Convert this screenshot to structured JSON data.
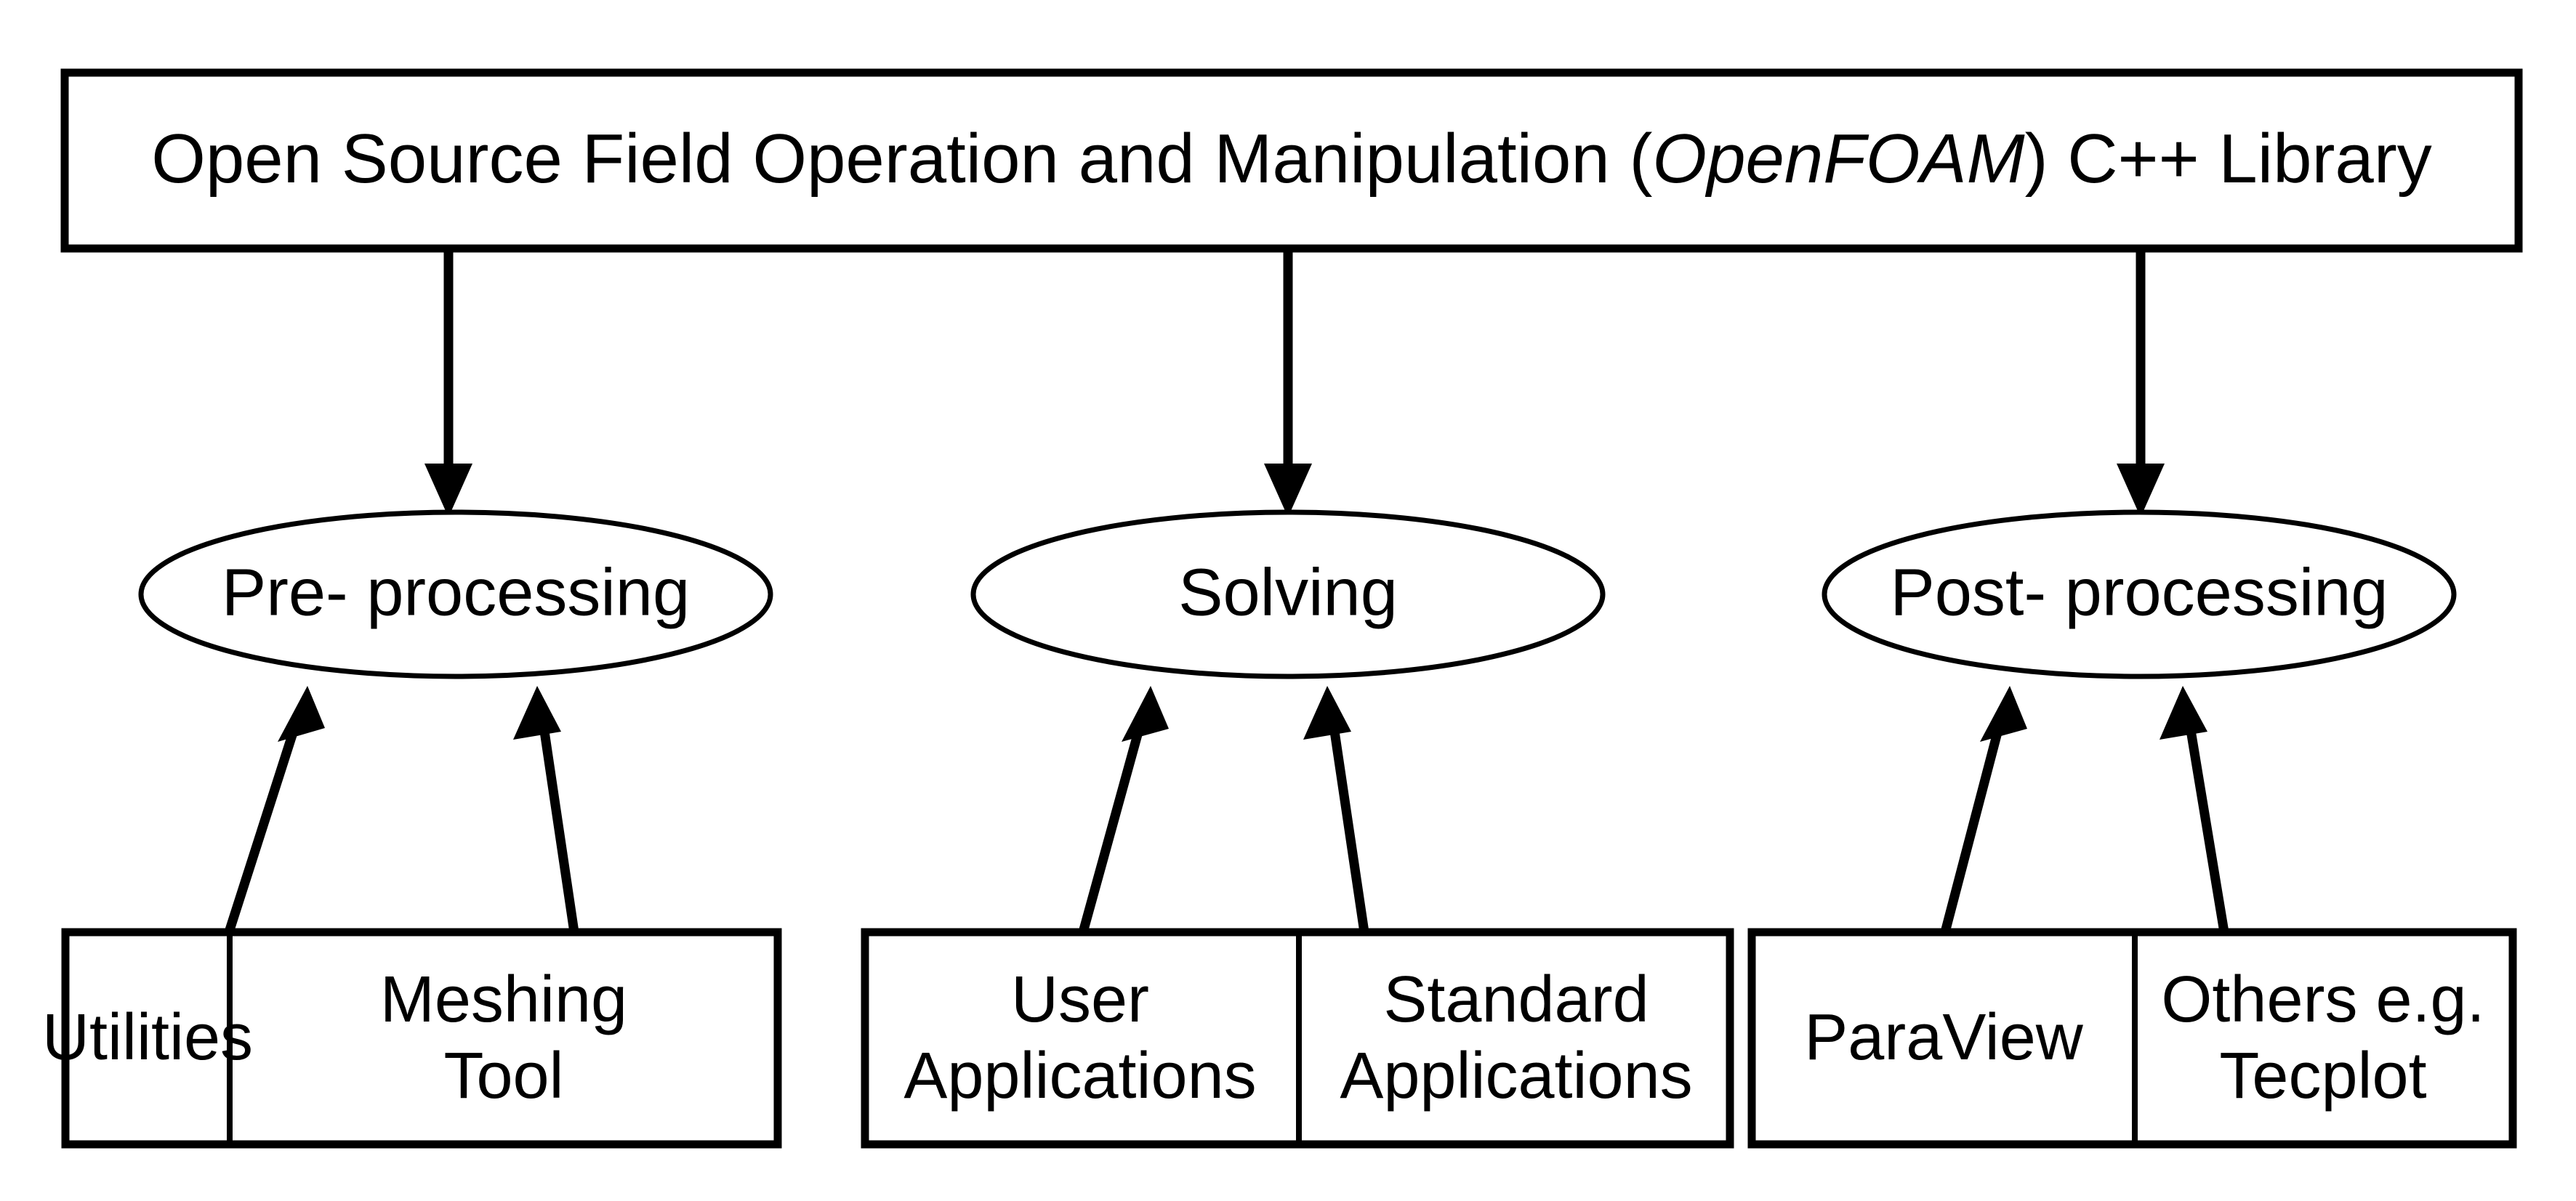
{
  "diagram": {
    "title_box": {
      "text_before": "Open Source Field Operation and Manipulation (",
      "text_emphasis": "OpenFOAM",
      "text_after": ") C++ Library",
      "full_text": "Open Source Field Operation and Manipulation (OpenFOAM) C++ Library"
    },
    "stages": [
      {
        "id": "pre",
        "label": "Pre- processing"
      },
      {
        "id": "solve",
        "label": "Solving"
      },
      {
        "id": "post",
        "label": "Post- processing"
      }
    ],
    "leaf_groups": [
      {
        "parent": "pre",
        "cells": [
          {
            "line1": "Utilities",
            "line2": ""
          },
          {
            "line1": "Meshing",
            "line2": "Tool"
          }
        ]
      },
      {
        "parent": "solve",
        "cells": [
          {
            "line1": "User",
            "line2": "Applications"
          },
          {
            "line1": "Standard",
            "line2": "Applications"
          }
        ]
      },
      {
        "parent": "post",
        "cells": [
          {
            "line1": "ParaView",
            "line2": ""
          },
          {
            "line1": "Others e.g.",
            "line2": "Tecplot"
          }
        ]
      }
    ],
    "colors": {
      "stroke": "#000000",
      "fill": "#ffffff",
      "background": "#ffffff"
    }
  }
}
